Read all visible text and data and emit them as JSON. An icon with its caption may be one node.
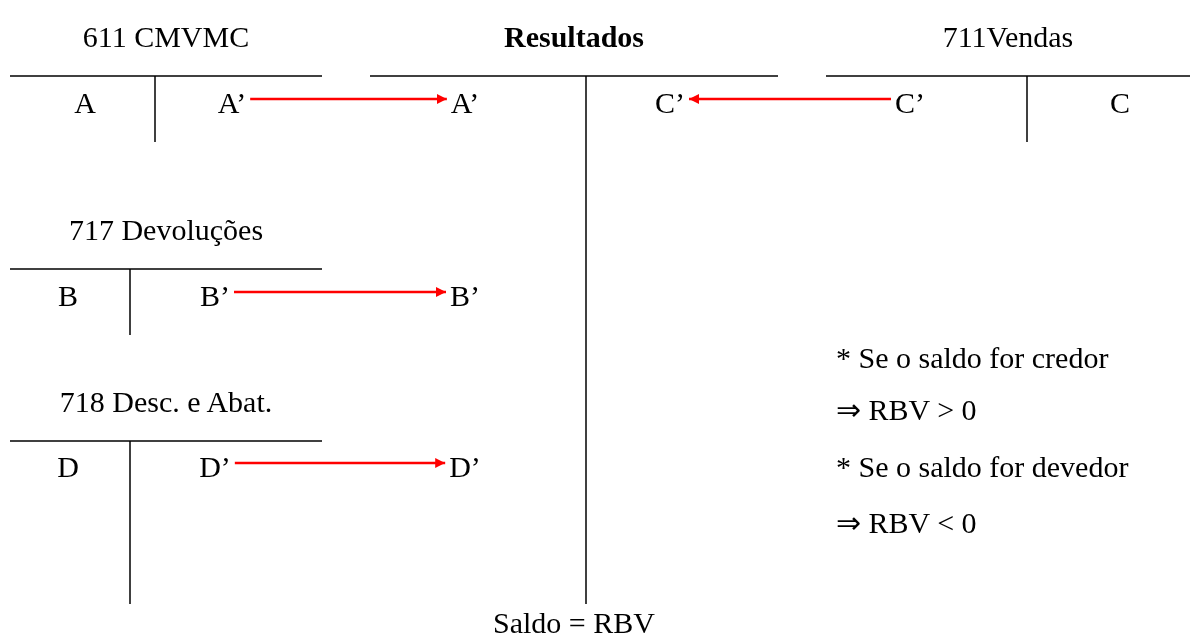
{
  "diagram": {
    "nodes": [
      {
        "text": [
          "611 CMVMC"
        ]
      },
      {
        "text": [
          "A"
        ],
        "in": 0
      },
      {
        "text": [
          "A’"
        ],
        "in": 0
      },
      {
        "text": [
          "Resultados"
        ],
        "beside": [
          "Saldo = RBV"
        ]
      },
      {
        "text": [
          "A’"
        ],
        "in": 3
      },
      {
        "text": [
          "C’"
        ],
        "in": 3
      },
      {
        "text": [
          "B’"
        ],
        "in": 3
      },
      {
        "text": [
          "D’"
        ],
        "in": 3
      },
      {
        "text": [
          "711Vendas"
        ]
      },
      {
        "text": [
          "C’"
        ],
        "in": 8
      },
      {
        "text": [
          "C"
        ],
        "in": 8
      },
      {
        "text": [
          "717 Devoluções"
        ]
      },
      {
        "text": [
          "B"
        ],
        "in": 11
      },
      {
        "text": [
          "B’"
        ],
        "in": 11
      },
      {
        "text": [
          "718 Desc. e Abat."
        ]
      },
      {
        "text": [
          "D"
        ],
        "in": 14
      },
      {
        "text": [
          "D’"
        ],
        "in": 14
      }
    ],
    "edges": [
      {
        "from": 2,
        "to": 4,
        "arrow": "to"
      },
      {
        "from": 9,
        "to": 5,
        "arrow": "to"
      },
      {
        "from": 13,
        "to": 6,
        "arrow": "to"
      },
      {
        "from": 16,
        "to": 7,
        "arrow": "to"
      }
    ],
    "labels": [
      "* Se o saldo for credor",
      "⇒ RBV > 0",
      "* Se o saldo for devedor",
      "⇒ RBV < 0"
    ]
  }
}
